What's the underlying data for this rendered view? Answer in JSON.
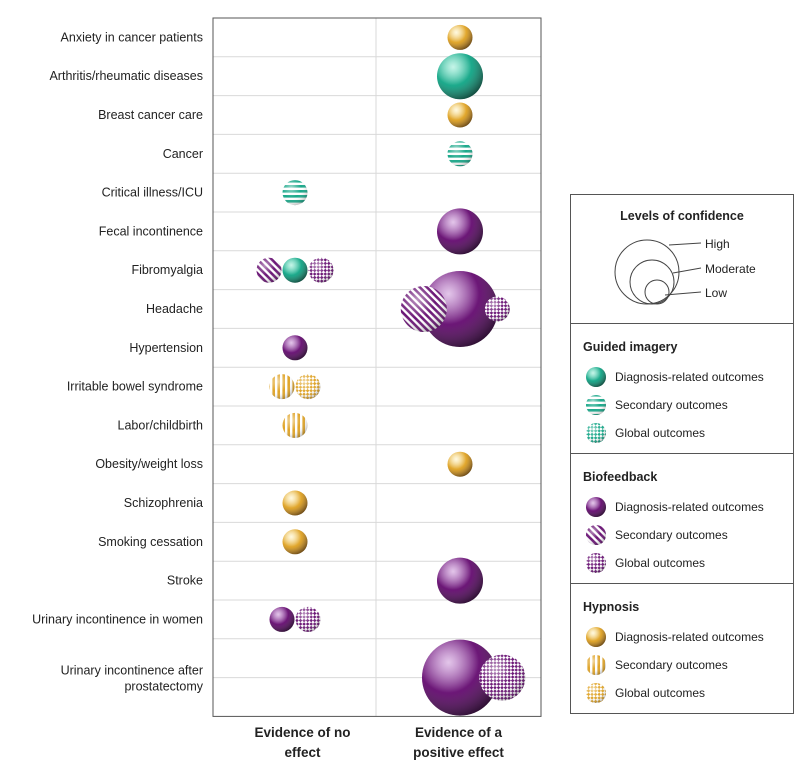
{
  "chart_data": {
    "type": "bubble-matrix",
    "columns": [
      "Evidence of no effect",
      "Evidence of a positive effect"
    ],
    "rows": [
      "Anxiety in cancer patients",
      "Arthritis/rheumatic diseases",
      "Breast cancer care",
      "Cancer",
      "Critical illness/ICU",
      "Fecal incontinence",
      "Fibromyalgia",
      "Headache",
      "Hypertension",
      "Irritable bowel syndrome",
      "Labor/childbirth",
      "Obesity/weight loss",
      "Schizophrenia",
      "Smoking cessation",
      "Stroke",
      "Urinary incontinence in women",
      "Urinary incontinence after prostatectomy"
    ],
    "bubbles": [
      {
        "row": 0,
        "col": 1,
        "therapy": "Hypnosis",
        "outcome": "Diagnosis-related outcomes",
        "confidence": "Low"
      },
      {
        "row": 1,
        "col": 1,
        "therapy": "Guided imagery",
        "outcome": "Diagnosis-related outcomes",
        "confidence": "Moderate"
      },
      {
        "row": 2,
        "col": 1,
        "therapy": "Hypnosis",
        "outcome": "Diagnosis-related outcomes",
        "confidence": "Low"
      },
      {
        "row": 3,
        "col": 1,
        "therapy": "Guided imagery",
        "outcome": "Secondary outcomes",
        "confidence": "Low"
      },
      {
        "row": 4,
        "col": 0,
        "therapy": "Guided imagery",
        "outcome": "Secondary outcomes",
        "confidence": "Low"
      },
      {
        "row": 5,
        "col": 1,
        "therapy": "Biofeedback",
        "outcome": "Diagnosis-related outcomes",
        "confidence": "Moderate"
      },
      {
        "row": 6,
        "col": 0,
        "therapy": "Biofeedback",
        "outcome": "Secondary outcomes",
        "confidence": "Low"
      },
      {
        "row": 6,
        "col": 0,
        "therapy": "Guided imagery",
        "outcome": "Diagnosis-related outcomes",
        "confidence": "Low"
      },
      {
        "row": 6,
        "col": 0,
        "therapy": "Biofeedback",
        "outcome": "Global outcomes",
        "confidence": "Low"
      },
      {
        "row": 7,
        "col": 1,
        "therapy": "Biofeedback",
        "outcome": "Diagnosis-related outcomes",
        "confidence": "High"
      },
      {
        "row": 7,
        "col": 1,
        "therapy": "Biofeedback",
        "outcome": "Secondary outcomes",
        "confidence": "Moderate"
      },
      {
        "row": 7,
        "col": 1,
        "therapy": "Biofeedback",
        "outcome": "Global outcomes",
        "confidence": "Low"
      },
      {
        "row": 8,
        "col": 0,
        "therapy": "Biofeedback",
        "outcome": "Diagnosis-related outcomes",
        "confidence": "Low"
      },
      {
        "row": 9,
        "col": 0,
        "therapy": "Hypnosis",
        "outcome": "Secondary outcomes",
        "confidence": "Low"
      },
      {
        "row": 9,
        "col": 0,
        "therapy": "Hypnosis",
        "outcome": "Global outcomes",
        "confidence": "Low"
      },
      {
        "row": 10,
        "col": 0,
        "therapy": "Hypnosis",
        "outcome": "Secondary outcomes",
        "confidence": "Low"
      },
      {
        "row": 11,
        "col": 1,
        "therapy": "Hypnosis",
        "outcome": "Diagnosis-related outcomes",
        "confidence": "Low"
      },
      {
        "row": 12,
        "col": 0,
        "therapy": "Hypnosis",
        "outcome": "Diagnosis-related outcomes",
        "confidence": "Low"
      },
      {
        "row": 13,
        "col": 0,
        "therapy": "Hypnosis",
        "outcome": "Diagnosis-related outcomes",
        "confidence": "Low"
      },
      {
        "row": 14,
        "col": 1,
        "therapy": "Biofeedback",
        "outcome": "Diagnosis-related outcomes",
        "confidence": "Moderate"
      },
      {
        "row": 15,
        "col": 0,
        "therapy": "Biofeedback",
        "outcome": "Diagnosis-related outcomes",
        "confidence": "Low"
      },
      {
        "row": 15,
        "col": 0,
        "therapy": "Biofeedback",
        "outcome": "Global outcomes",
        "confidence": "Low"
      },
      {
        "row": 16,
        "col": 1,
        "therapy": "Biofeedback",
        "outcome": "Diagnosis-related outcomes",
        "confidence": "High"
      },
      {
        "row": 16,
        "col": 1,
        "therapy": "Biofeedback",
        "outcome": "Global outcomes",
        "confidence": "Moderate"
      }
    ]
  },
  "legend": {
    "confidence": {
      "title": "Levels of confidence",
      "levels": [
        "High",
        "Moderate",
        "Low"
      ]
    },
    "groups": [
      {
        "title": "Guided imagery",
        "items": [
          "Diagnosis-related outcomes",
          "Secondary outcomes",
          "Global outcomes"
        ]
      },
      {
        "title": "Biofeedback",
        "items": [
          "Diagnosis-related outcomes",
          "Secondary outcomes",
          "Global outcomes"
        ]
      },
      {
        "title": "Hypnosis",
        "items": [
          "Diagnosis-related outcomes",
          "Secondary outcomes",
          "Global outcomes"
        ]
      }
    ]
  },
  "colors": {
    "Guided imagery": "#1aa88a",
    "Biofeedback": "#6a1575",
    "Hypnosis": "#e0a52a",
    "grid": "#d9d9d9",
    "border": "#555555"
  }
}
